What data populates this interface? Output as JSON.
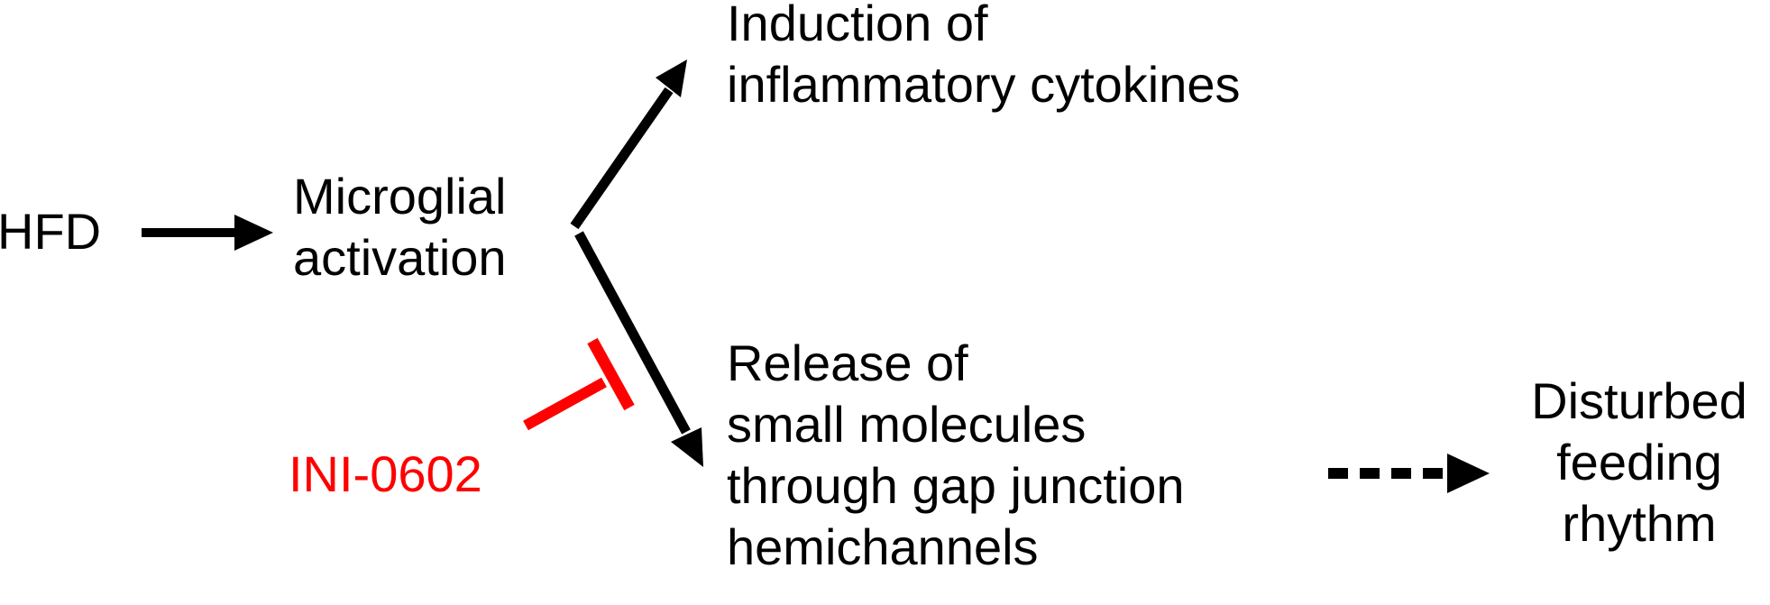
{
  "diagram": {
    "nodes": {
      "hfd": {
        "lines": [
          "HFD"
        ]
      },
      "microglial_activation": {
        "lines": [
          "Microglial",
          "activation"
        ]
      },
      "induction": {
        "lines": [
          "Induction of",
          "inflammatory cytokines"
        ]
      },
      "release": {
        "lines": [
          "Release of",
          "small molecules",
          "through gap junction",
          "hemichannels"
        ]
      },
      "inhibitor": {
        "lines": [
          "INI-0602"
        ]
      },
      "outcome": {
        "lines": [
          "Disturbed",
          "feeding",
          "rhythm"
        ]
      }
    },
    "edges": [
      {
        "from": "hfd",
        "to": "microglial_activation",
        "style": "solid-arrow"
      },
      {
        "from": "microglial_activation",
        "to": "induction",
        "style": "solid-arrow"
      },
      {
        "from": "microglial_activation",
        "to": "release",
        "style": "solid-arrow"
      },
      {
        "from": "inhibitor",
        "to": "release",
        "style": "inhibition"
      },
      {
        "from": "release",
        "to": "outcome",
        "style": "dashed-arrow"
      }
    ],
    "colors": {
      "text": "#000000",
      "arrow": "#000000",
      "inhibitor": "#ff0000"
    }
  }
}
